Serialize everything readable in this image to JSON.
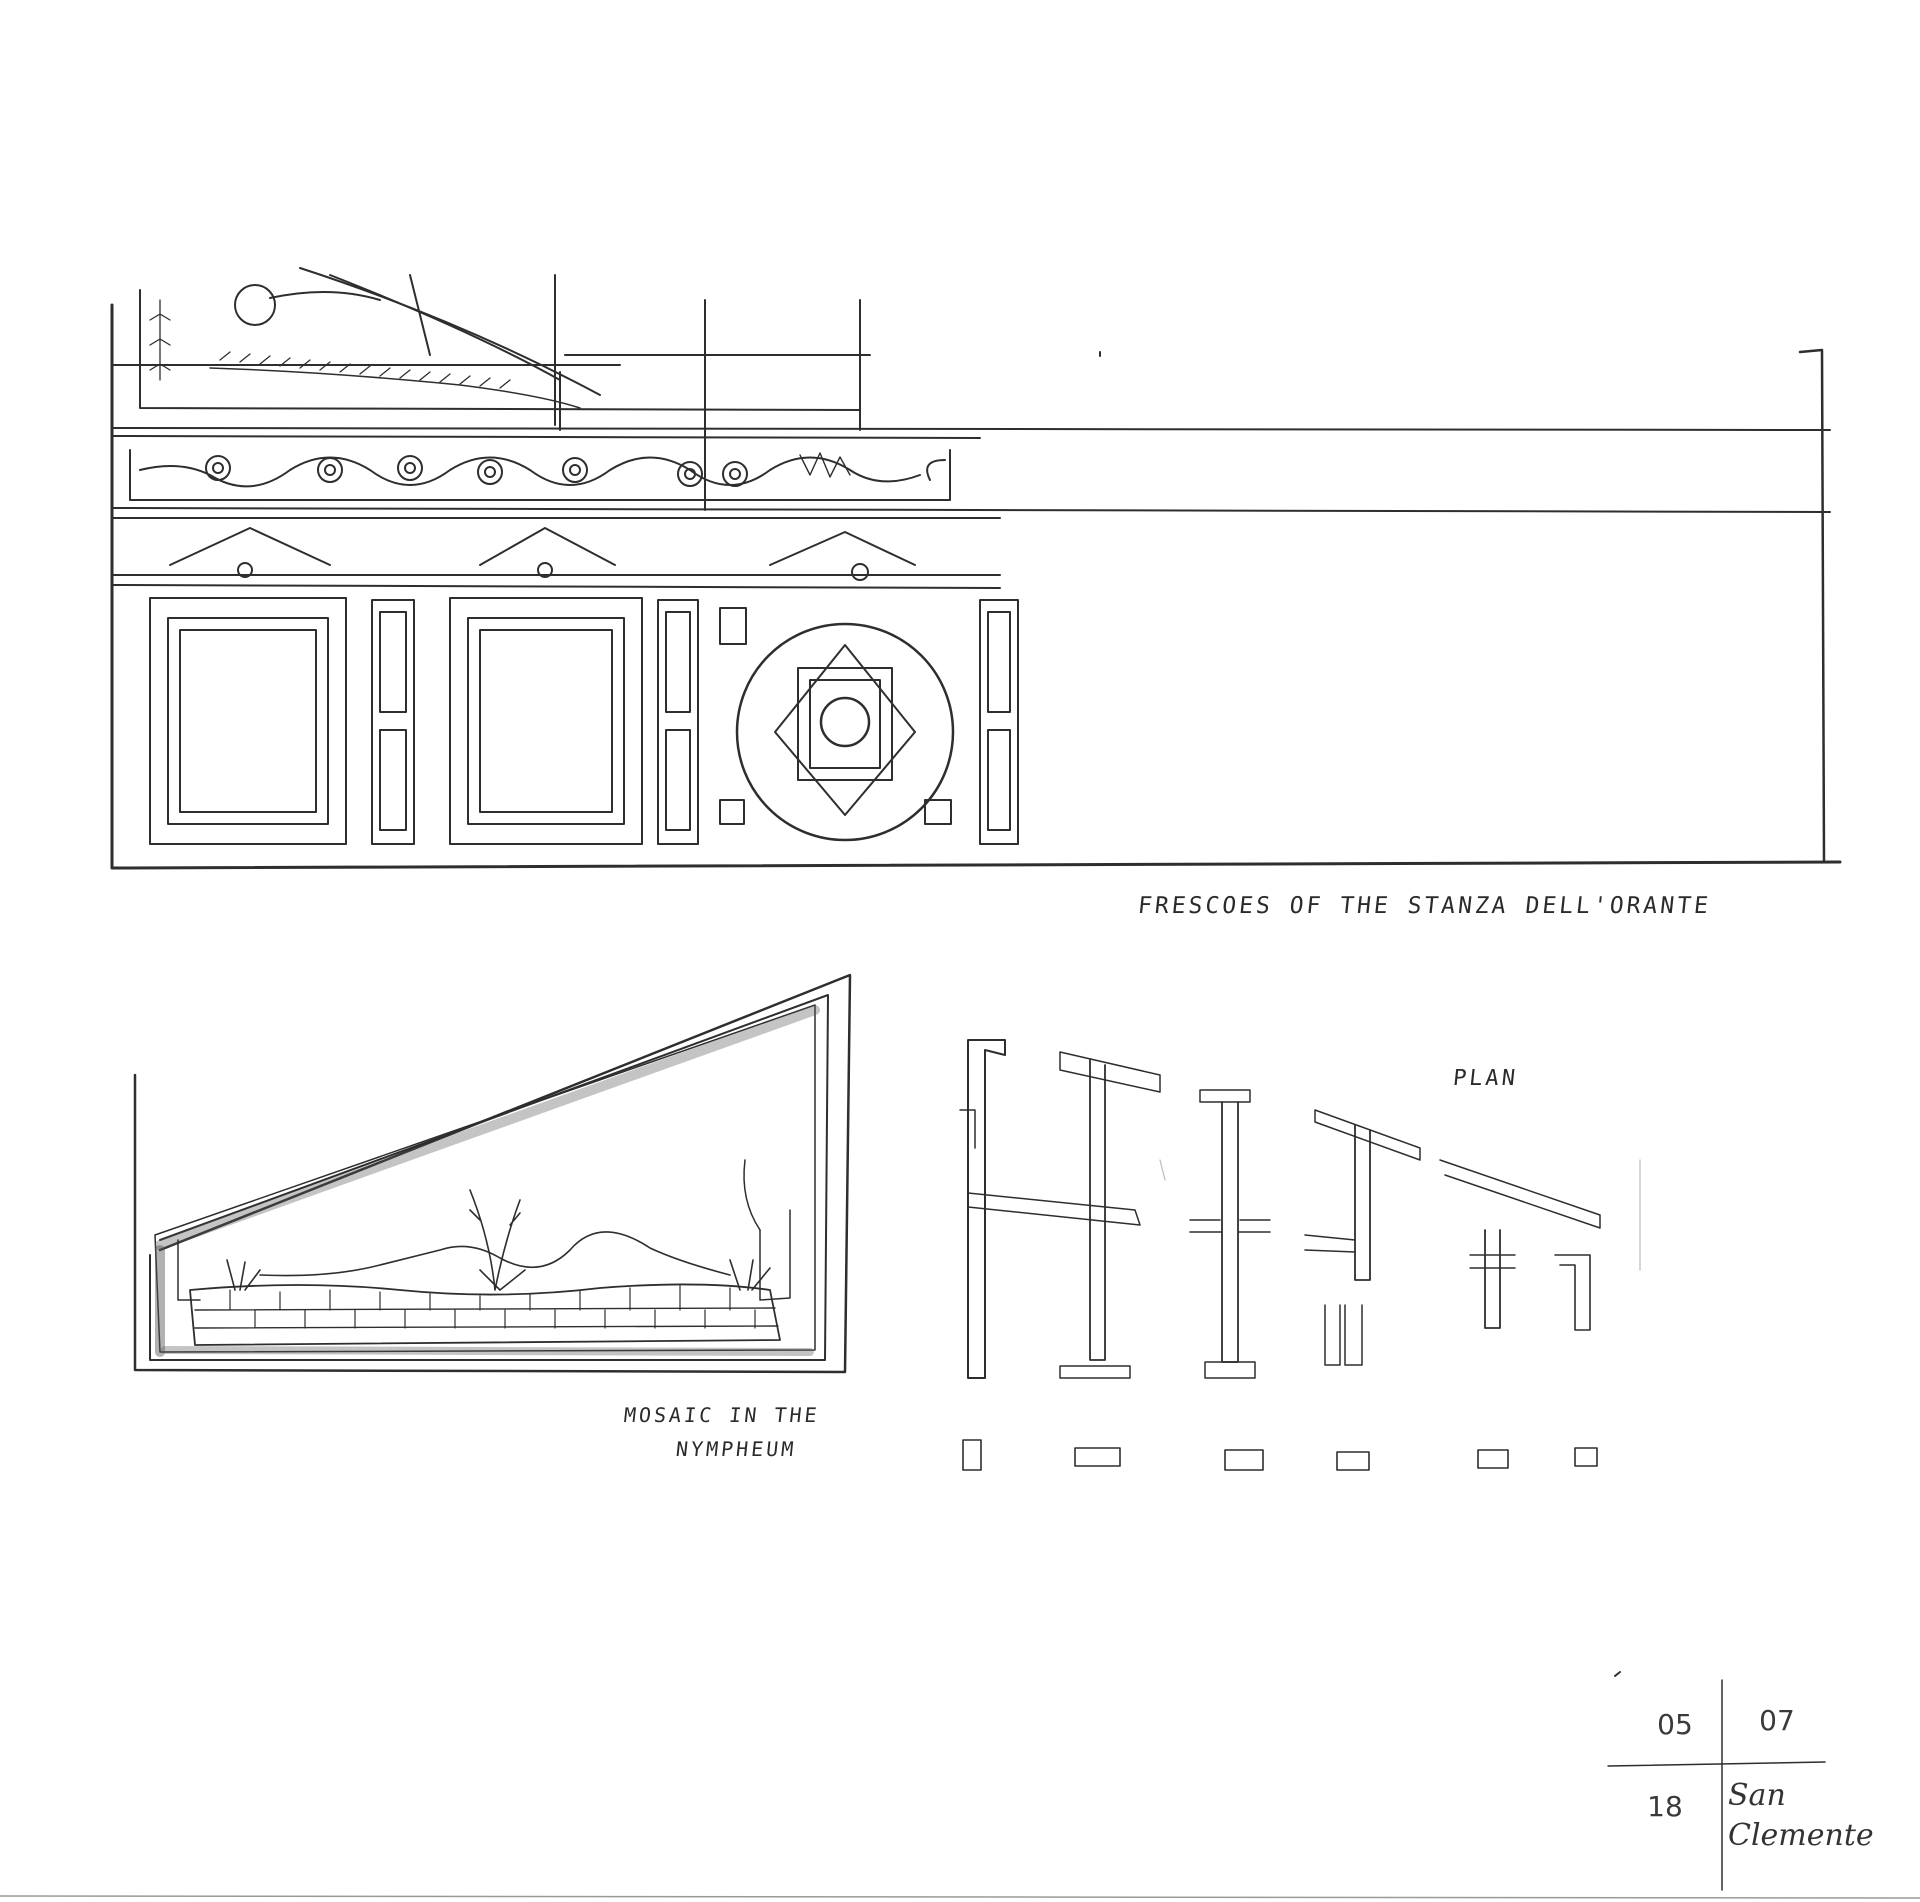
{
  "captions": {
    "frescoes": "FRESCOES   OF  THE   STANZA DELL'ORANTE",
    "mosaic_line1": "MOSAIC  IN  THE",
    "mosaic_line2": "NYMPHEUM",
    "plan": "PLAN"
  },
  "title_block": {
    "top_left": "05",
    "top_right": "07",
    "bottom_left": "18",
    "bottom_right_line1": "San",
    "bottom_right_line2": "Clemente"
  },
  "colors": {
    "paper": "#ffffff",
    "pencil": "#2b2b2b",
    "shade": "#555555"
  }
}
